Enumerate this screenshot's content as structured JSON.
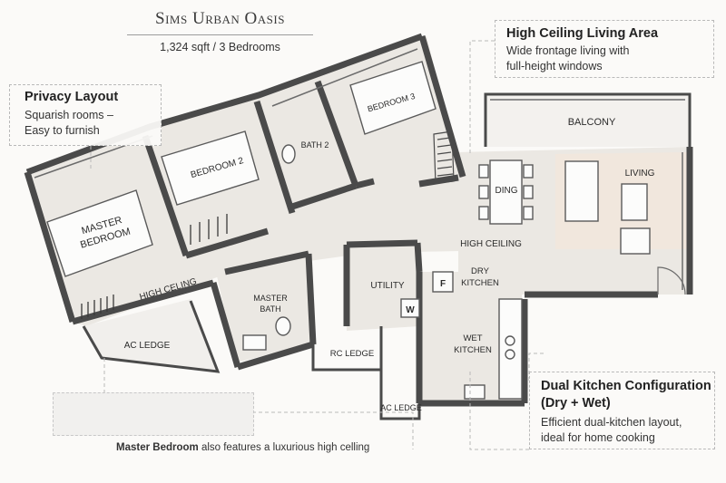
{
  "header": {
    "title": "Sims Urban Oasis",
    "subtitle": "1,324 sqft / 3 Bedrooms"
  },
  "callouts": {
    "privacy": {
      "heading": "Privacy Layout",
      "line1": "Squarish rooms –",
      "line2": "Easy to furnish"
    },
    "ceiling": {
      "heading": "High Ceiling Living Area",
      "line1": "Wide frontage living with",
      "line2": "full-height windows"
    },
    "kitchen": {
      "heading1": "Dual Kitchen Configuration",
      "heading2": "(Dry + Wet)",
      "line1": "Efficient dual-kitchen layout,",
      "line2": "ideal for home cooking"
    }
  },
  "footnote": {
    "bold": "Master Bedroom",
    "rest": " also features a luxurious high celling"
  },
  "rooms": {
    "master_bedroom_1": "MASTER",
    "master_bedroom_2": "BEDROOM",
    "bedroom2": "BEDROOM 2",
    "bedroom3": "BEDROOM 3",
    "bath2": "BATH 2",
    "master_bath_1": "MASTER",
    "master_bath_2": "BATH",
    "high_ceiling_mbr": "HIGH CELING",
    "ac_ledge_left": "AC LEDGE",
    "rc_ledge": "RC LEDGE",
    "ac_ledge_bottom": "AC LEDGE",
    "utility": "UTILITY",
    "fridge": "F",
    "washer": "W",
    "dry_kitchen_1": "DRY",
    "dry_kitchen_2": "KITCHEN",
    "wet_kitchen_1": "WET",
    "wet_kitchen_2": "KITCHEN",
    "balcony": "BALCONY",
    "living": "LIVING",
    "dining": "DING",
    "high_ceiling_living": "HIGH CEILING"
  },
  "colors": {
    "wall": "#4a4a4a",
    "floor": "#e9e6e1",
    "living_highlight": "#f0e6dc",
    "callout_border": "#b9b9b9"
  }
}
